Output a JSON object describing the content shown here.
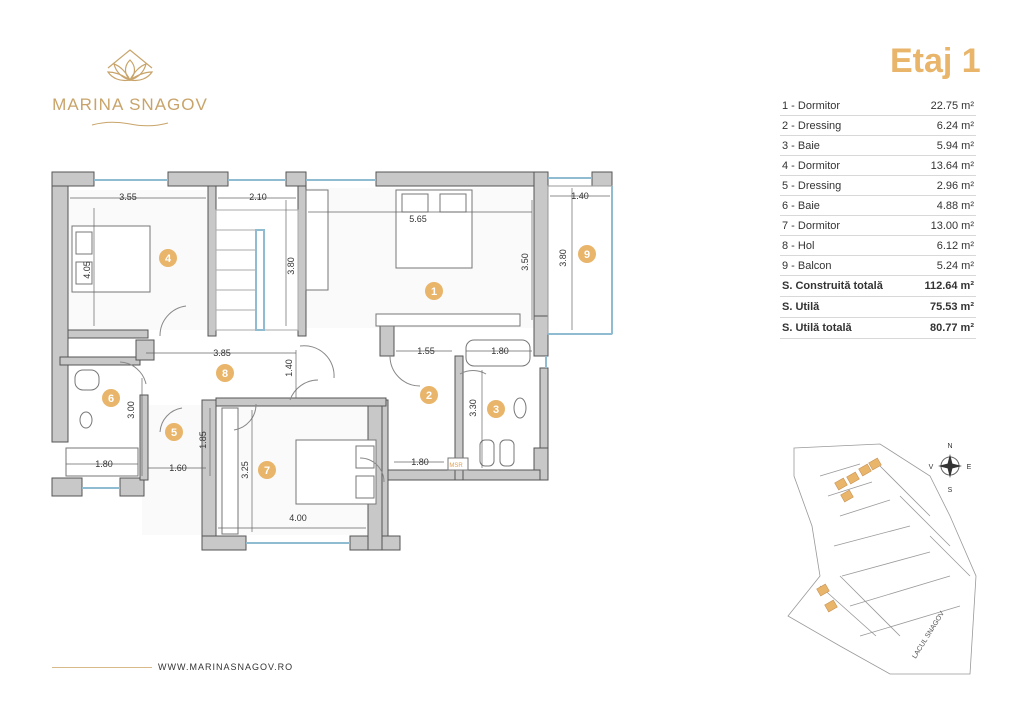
{
  "brand": {
    "name": "MARINA SNAGOV",
    "colors": {
      "gold": "#c8a46a",
      "accent": "#e8b56a",
      "wall": "#c8c8c8"
    }
  },
  "floor_title": "Etaj 1",
  "rooms": [
    {
      "label": "1 - Dormitor",
      "area": "22.75 m²"
    },
    {
      "label": "2 - Dressing",
      "area": "6.24 m²"
    },
    {
      "label": "3 - Baie",
      "area": "5.94 m²"
    },
    {
      "label": "4 - Dormitor",
      "area": "13.64 m²"
    },
    {
      "label": "5 - Dressing",
      "area": "2.96 m²"
    },
    {
      "label": "6 - Baie",
      "area": "4.88 m²"
    },
    {
      "label": "7 - Dormitor",
      "area": "13.00 m²"
    },
    {
      "label": "8 - Hol",
      "area": "6.12 m²"
    },
    {
      "label": "9 - Balcon",
      "area": "5.24 m²"
    }
  ],
  "totals": [
    {
      "label": "S. Construită totală",
      "area": "112.64 m²"
    },
    {
      "label": "S. Utilă",
      "area": "75.53 m²"
    },
    {
      "label": "S. Utilă totală",
      "area": "80.77 m²"
    }
  ],
  "plan": {
    "markers": [
      "1",
      "2",
      "3",
      "4",
      "5",
      "6",
      "7",
      "8",
      "9"
    ],
    "dims": {
      "d355": "3.55",
      "d210": "2.10",
      "d565": "5.65",
      "d140t": "1.40",
      "d405": "4.05",
      "d380a": "3.80",
      "d350": "3.50",
      "d380b": "3.80",
      "d385": "3.85",
      "d155": "1.55",
      "d180a": "1.80",
      "d140v": "1.40",
      "d330": "3.30",
      "d300": "3.00",
      "d185": "1.85",
      "d325": "3.25",
      "d180b": "1.80",
      "d160": "1.60",
      "d180c": "1.80",
      "d400": "4.00"
    },
    "msr": "MSR"
  },
  "site_map": {
    "north": "N",
    "south": "S",
    "east": "E",
    "west": "V",
    "lake": "LACUL SNAGOV"
  },
  "footer": {
    "website": "WWW.MARINASNAGOV.RO"
  }
}
